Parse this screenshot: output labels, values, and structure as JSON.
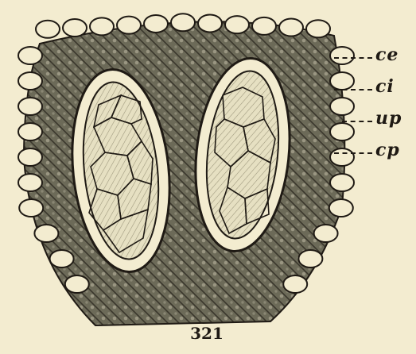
{
  "figure": {
    "number": "321",
    "labels": {
      "ce": "ce",
      "ci": "ci",
      "up": "up",
      "cp": "cp"
    }
  },
  "colors": {
    "paper": "#f3ecd0",
    "ink": "#1f1a14",
    "tissue": "#6c6a58",
    "cell_fill": "#e6e0c2"
  }
}
